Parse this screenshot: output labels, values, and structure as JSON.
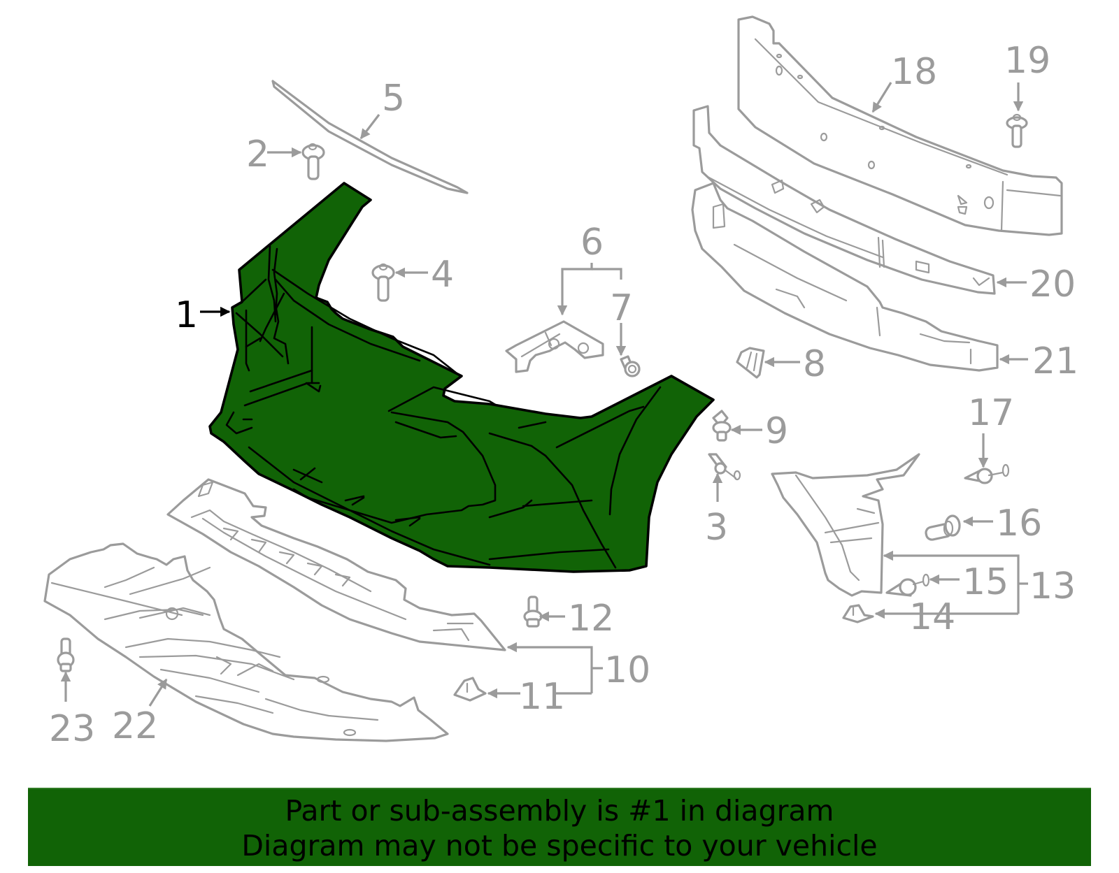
{
  "diagram": {
    "highlight_color": "#116306",
    "line_color_other_parts": "#9b9b9b",
    "callouts": {
      "c1": "1",
      "c2": "2",
      "c3": "3",
      "c4": "4",
      "c5": "5",
      "c6": "6",
      "c7": "7",
      "c8": "8",
      "c9": "9",
      "c10": "10",
      "c11": "11",
      "c12": "12",
      "c13": "13",
      "c14": "14",
      "c15": "15",
      "c16": "16",
      "c17": "17",
      "c18": "18",
      "c19": "19",
      "c20": "20",
      "c21": "21",
      "c22": "22",
      "c23": "23"
    },
    "highlighted_part": "1"
  },
  "banner": {
    "line1": "Part or sub-assembly is #1 in diagram",
    "line2": "Diagram may not be specific to your vehicle",
    "background": "#116306"
  }
}
